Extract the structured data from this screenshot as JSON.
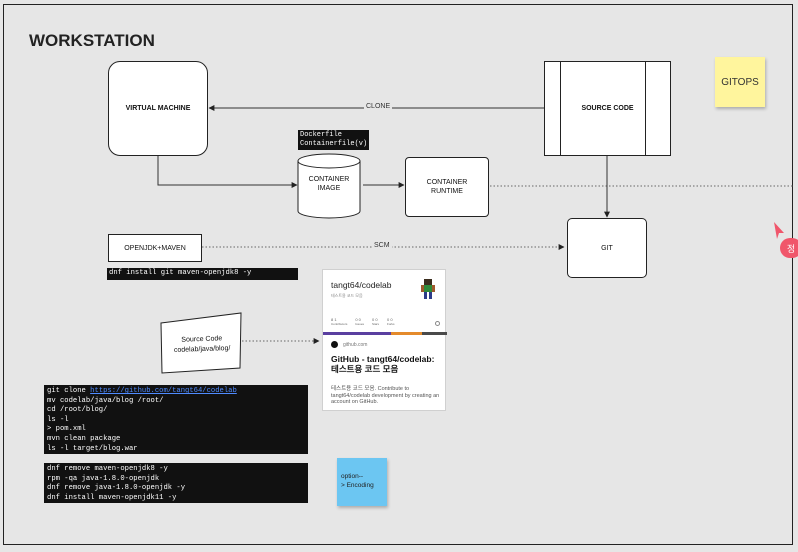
{
  "board": {
    "title": "WORKSTATION"
  },
  "nodes": {
    "vm": "VIRTUAL MACHINE",
    "source_code": "SOURCE CODE",
    "container_image": "CONTAINER\nIMAGE",
    "container_runtime": "CONTAINER\nRUNTIME",
    "git": "GIT",
    "openjdk": "OPENJDK+MAVEN",
    "source_path": "Source Code\ncodelab/java/blog/"
  },
  "edges": {
    "clone": "CLONE",
    "scm": "SCM"
  },
  "dockerfile": [
    "Dockerfile",
    "Containerfile(v)"
  ],
  "dnf_install": "dnf install git maven-openjdk8 -y",
  "git_block": {
    "prefix": "git clone ",
    "url": "https://github.com/tangt64/codelab",
    "lines": [
      "mv codelab/java/blog /root/",
      "cd /root/blog/",
      "ls -l",
      "> pom.xml",
      "mvn clean package",
      "ls -l target/blog.war"
    ]
  },
  "dnf_block": [
    "dnf remove maven-openjdk8 -y",
    "rpm -qa java-1.8.0-openjdk",
    "dnf remove java-1.8.0-openjdk -y",
    "dnf install maven-openjdk11 -y"
  ],
  "stickies": {
    "gitops": "GITOPS",
    "option": "option--\n> Encoding"
  },
  "card": {
    "repo": "tangt64/codelab",
    "repo_sub": "테스트용 코드 모음",
    "stats": [
      "8 1",
      "0 0",
      "0 0",
      "0 0"
    ],
    "stat_labels": [
      "Contributors",
      "Issues",
      "Stars",
      "Forks"
    ],
    "domain": "github.com",
    "title": "GitHub - tangt64/codelab: 테스트용 코드 모음",
    "desc": "테스트용 코드 모음. Contribute to tangt64/codelab development by creating an account on GitHub."
  },
  "cursor_badge": "정",
  "colors": {
    "sticky_yellow": "#fff59d",
    "sticky_blue": "#6cc6f2",
    "cursor": "#f0566b"
  }
}
